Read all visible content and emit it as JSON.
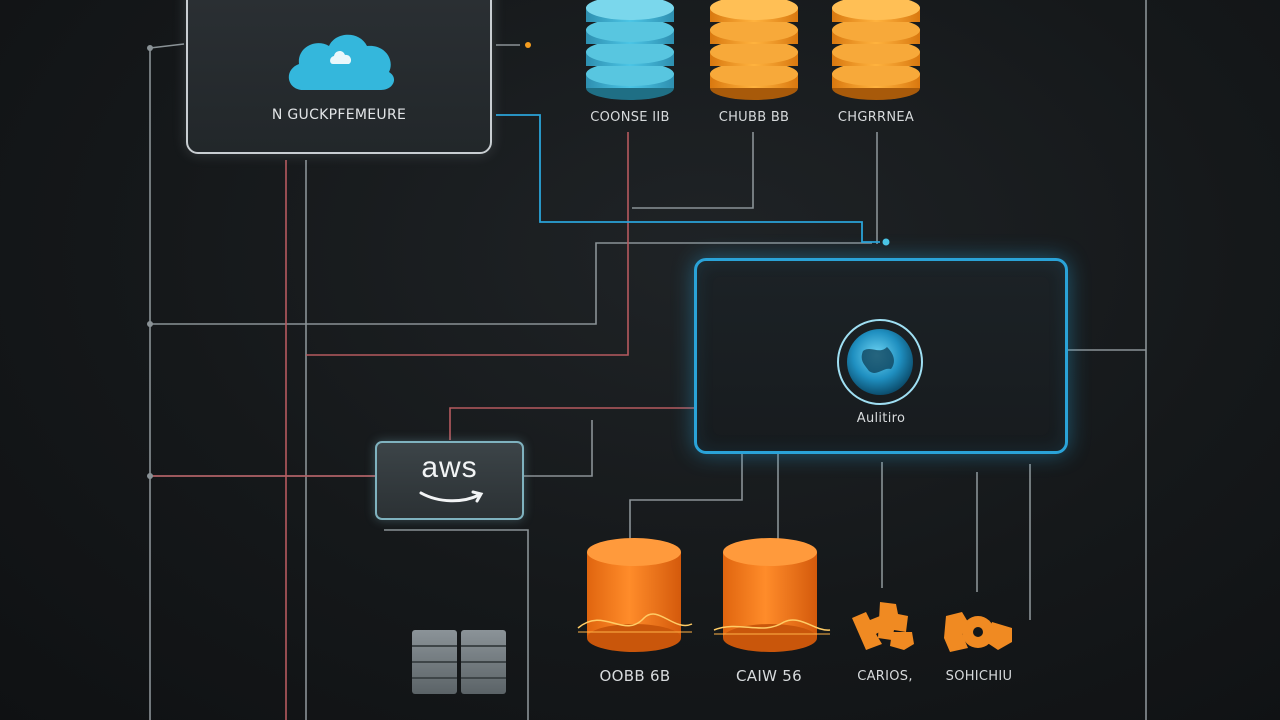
{
  "cloud_node": {
    "label": "N GUCKPFEMEURE",
    "icon": "cloud-icon"
  },
  "top_databases": [
    {
      "label": "COONSE IIB",
      "color": "#3ab3cf"
    },
    {
      "label": "CHUBB BB",
      "color": "#f39c1f"
    },
    {
      "label": "CHGRRNEA",
      "color": "#f39c1f"
    }
  ],
  "processor_node": {
    "label": "Aulitiro",
    "icon": "globe-icon"
  },
  "aws_node": {
    "label": "aws",
    "icon": "amazon-smile-icon"
  },
  "bottom_nodes": [
    {
      "label": "OOBB 6B",
      "icon": "cylinder-database-icon"
    },
    {
      "label": "CAIW 56",
      "icon": "cylinder-database-icon"
    },
    {
      "label": "CARIOS,",
      "icon": "puzzle-pieces-icon"
    },
    {
      "label": "SOHICHIU",
      "icon": "puzzle-pieces-icon"
    }
  ],
  "server_rack": {
    "icon": "server-rack-icon"
  },
  "colors": {
    "accent_blue": "#2aa3d8",
    "accent_orange": "#f39c1f",
    "connector_gray": "#8a9296",
    "connector_red": "#b65a5f"
  }
}
